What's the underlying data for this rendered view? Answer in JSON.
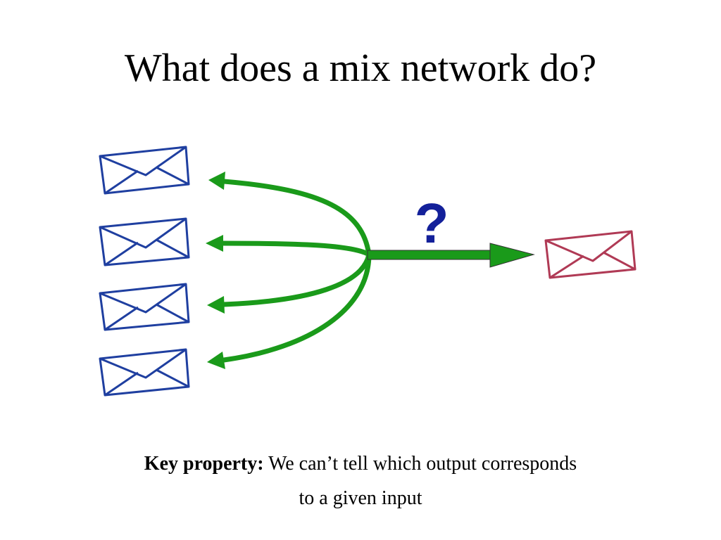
{
  "slide": {
    "title": "What does a mix network do?",
    "question_mark": "?",
    "caption": {
      "bold_label": "Key property:",
      "line1_text": " We can’t tell which output corresponds",
      "line2_text": "to a given input"
    }
  },
  "diagram": {
    "input_envelopes": [
      {
        "name": "input-envelope-1",
        "icon": "envelope-icon"
      },
      {
        "name": "input-envelope-2",
        "icon": "envelope-icon"
      },
      {
        "name": "input-envelope-3",
        "icon": "envelope-icon"
      },
      {
        "name": "input-envelope-4",
        "icon": "envelope-icon"
      }
    ],
    "output_envelope": {
      "name": "output-envelope",
      "icon": "envelope-icon"
    },
    "colors": {
      "input_envelope": "#1f3fa0",
      "output_envelope": "#b03a55",
      "arrow": "#1a9a1a",
      "question_mark": "#13209a"
    }
  }
}
